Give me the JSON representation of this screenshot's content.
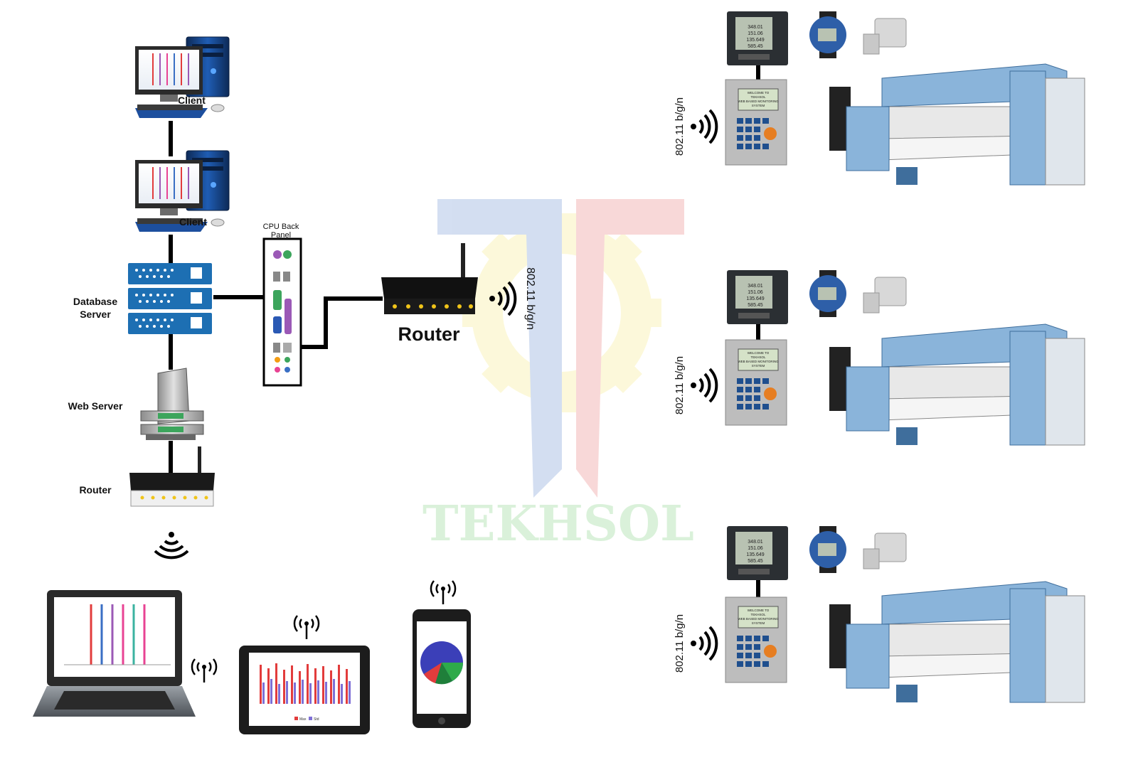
{
  "watermark": {
    "brand": "TEKHSOL",
    "colors": {
      "blue": "#3a6fc4",
      "red": "#e05050",
      "yellow": "#f2e15a",
      "green": "#5cc45c"
    }
  },
  "labels": {
    "database_server_line1": "Database",
    "database_server_line2": "Server",
    "web_server": "Web Server",
    "router_small": "Router",
    "router_main": "Router",
    "cpu_back_panel_line1": "CPU Back",
    "cpu_back_panel_line2": "Panel",
    "wifi_standard_router": "802.11 b/g/n",
    "wifi_standard_loom_1": "802.11 b/g/n",
    "wifi_standard_loom_2": "802.11 b/g/n",
    "wifi_standard_loom_3": "802.11 b/g/n",
    "client_1": "Client",
    "client_2": "Client"
  },
  "cpu_panel_ports": [
    "Mouse",
    "Keyboard",
    "USB",
    "Serial",
    "Parallel",
    "VGA",
    "USB",
    "LAN",
    "Line in",
    "Line out",
    "Microphone"
  ],
  "meter_readings": [
    "348.01",
    "151.06",
    "135.649",
    "585.45"
  ],
  "terminal_screen": [
    "WELCOME TO",
    "TEKHSOL",
    "WEB BASED MONITORING",
    "SYSTEM"
  ],
  "legend": {
    "max": "Max",
    "std": "Std"
  },
  "colors": {
    "line": "#000000",
    "server_blue": "#1d6fb3",
    "loom_blue": "#8ab4da",
    "led": "#f0c419"
  }
}
